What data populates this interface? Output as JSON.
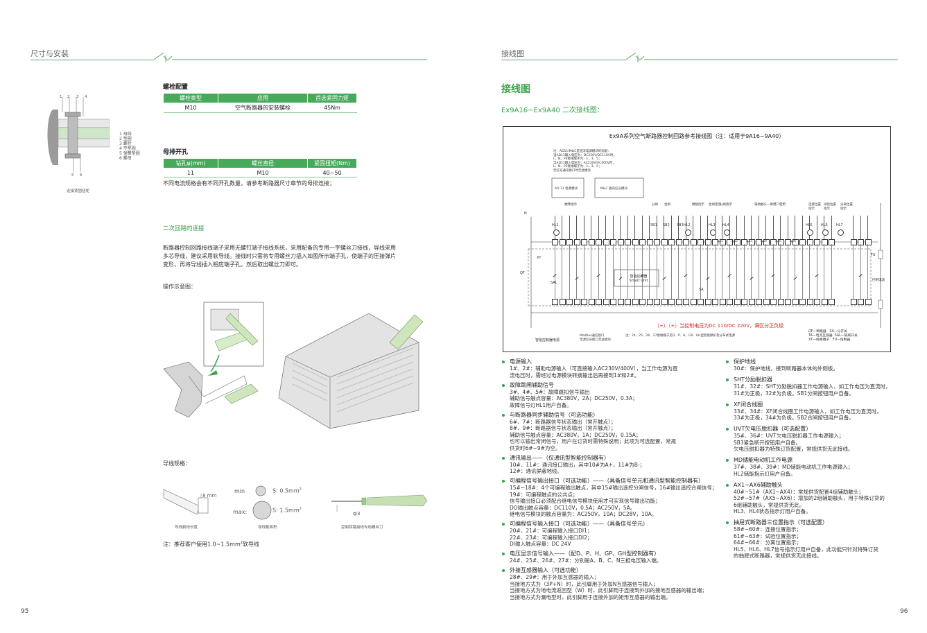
{
  "left": {
    "header": "尺寸与安装",
    "page_number": "95",
    "bolt": {
      "title": "螺栓配置",
      "headers": [
        "螺栓类型",
        "应用",
        "首选紧固力矩"
      ],
      "row": [
        "M10",
        "空气断路器的安装螺栓",
        "45Nm"
      ]
    },
    "figure_numbers": [
      "1",
      "2",
      "3",
      "4"
    ],
    "bottom_numbers": [
      "5",
      "6"
    ],
    "parts_legend": [
      "1 母线",
      "2 垫圈",
      "3 螺栓",
      "4 平垫圈",
      "5 弹簧垫圈",
      "6 螺母"
    ],
    "figure_caption": "连接紧固扭矩",
    "busbar": {
      "title": "母排开孔",
      "headers": [
        "钻孔φ(mm)",
        "螺丝直径",
        "紧固扭矩(Nm)"
      ],
      "row": [
        "11",
        "M10",
        "40~50"
      ]
    },
    "busbar_note": "不同电流规格会有不同开孔数量，请参考断路器尺寸章节的母排连接；",
    "secondary": {
      "title": "二次回路的连接",
      "paragraph": [
        "断路器控制回路接线端子采用无螺钉端子接线系统，采用配备的专用一字螺丝刀接线，导线采用",
        "多芯导线，建议采用软导线。接线时只需将专用螺丝刀插入如图所示端子孔，使端子的压接弹片",
        "变形，再将导线插入相应端子孔，然后取出螺丝刀即可。"
      ],
      "demo_label": "操作示意图："
    },
    "wire": {
      "title": "导线规格：",
      "length_label": "8 mm",
      "min_label": "min",
      "max_label": "max:",
      "min_area": "S: 0.5mm",
      "max_area": "S: 1.5mm",
      "sup": "2",
      "cap_strip": "导线剥线长度",
      "cap_area": "导线截面积",
      "cap_tool": "控制回路接线专用螺丝刀",
      "tool_size": "ф3",
      "note": "注：推荐客户使用1.0~1.5mm",
      "note_sup": "2",
      "note_tail": "软导线"
    }
  },
  "right": {
    "header": "接线图",
    "page_number": "96",
    "title": "接线图",
    "subtitle": "Ex9A16~Ex9A40 二次接线图：",
    "diagram": {
      "title": "Ex9A系列空气断路器控制回路参考接线图（注：适用于9A16~9A40）",
      "red_note": "（+）（+）当控制电压为DC 110/DC 220V，满区分正负极",
      "smart_unit": [
        "智能控制器",
        "Smart Unit"
      ],
      "module1": "AD 11 电源模块",
      "module2": "M&C 通讯信号模块",
      "left_caption": "智能控制器电源",
      "modbus": [
        "Modbus通信接口",
        "无源信号接口无此模块"
      ],
      "bottom_note": "注：24、25、26、27接线端子见D、P、H、GP、GH型智能保护及分布式电源",
      "legend": [
        "QF—断路器",
        "SA—分开关",
        "TA—电流互感器",
        "SAL—隔离开关",
        "XT—线路端子",
        "FU—熔断器"
      ],
      "top_labels": [
        "故障指示",
        "分闸",
        "合闸",
        "储能指示",
        "合闸指示",
        "分闸指示",
        "辅助触头—供用户使用",
        "连接位置指示",
        "试验位置指示",
        "分离位置指示"
      ],
      "lamps": [
        "HL1",
        "HL2",
        "HL3",
        "HL4",
        "HL5",
        "HL6",
        "HL7"
      ],
      "switches": [
        "SB1",
        "SB2",
        "SB3"
      ],
      "aux": [
        "AX1",
        "AX2",
        "AX3",
        "AX4",
        "AX5",
        "AX6"
      ],
      "labels": {
        "n": "N",
        "qf": "QF",
        "xt": "XT",
        "sal": "SAL",
        "fu": "FU",
        "ctrl": "控制电源",
        "sa": "SA"
      },
      "notes_block": [
        "注：AD11/M&C是直流电源模块的标配：",
        "当AD11输入电压为：DC220V/DC110V时，",
        "L、N、PE接线端子为：1、3、5；",
        "当AD11输入电压为：AC230V/AC400V时，",
        "L、N、PE接线端子为：1、3、5；",
        "无信号通讯接口时无此模块"
      ]
    },
    "bullets_left": [
      {
        "title": "电源输入",
        "lines": [
          "1#、2#：辅助电源输入（可直接输入AC230V/400V），当工作电源为直",
          "流电压时，需经过电源模块转换输出后再接到1#和2#。"
        ]
      },
      {
        "title": "故障跳闸辅助信号",
        "lines": [
          "3#、4#、5#：故障跳扣信号输出",
          "辅助信号触点容量：AC380V，2A；DC250V，0.3A；",
          "故障信号灯HL1用户自备。"
        ]
      },
      {
        "title": "与断路器同步辅助信号（可选功能）",
        "lines": [
          "6#、7#：断路器信号状态输出（常开触点）；",
          "8#、9#：断路器信号状态输出（常开触点）；",
          "辅助信号触点容量：AC380V，1A；DC250V，0.15A；",
          "也可以输出常闭信号，用户在订货时需特殊说明；此项为可选配置，常规",
          "供货时6#~9#为空。"
        ]
      },
      {
        "title": "通讯输出——（仅通讯型智能控制器有）",
        "lines": [
          "10#、11#：通讯接口输出，其中10#为A+，11#为B-；",
          "12#：通讯屏蔽地线。"
        ]
      },
      {
        "title": "可编程信号输出接口（可选功能）——（具备信号单元和通讯型智能控制器有）",
        "lines": [
          "15#~18#：4个可编程输出触点，其中15#输出遥控分闸信号，16#输出遥控合闸信号；",
          "19#：可编程触点的公共点；",
          "信号输出接口必须配合继电信号模块使用才可实现信号输出功能；",
          "DO输出触点容量：DC110V，0.5A；AC250V，5A。",
          "继电信号模块的触点容量为：AC250V，10A；DC28V，10A。"
        ]
      },
      {
        "title": "可编程信号输入接口（可选功能）——（具备信号单元）",
        "lines": [
          "20#、21#：可编程输入接口DI1；",
          "22#、23#：可编程输入接口DI2；",
          "DI输入触点容量：DC 24V"
        ]
      },
      {
        "title": "电压显示信号输入——（配D、P、H、GP、GH型控制器有）",
        "lines": [
          "24#、25#、26#、27#：分别是A、B、C、N三相电压输入端。"
        ]
      },
      {
        "title": "外接互感器输入（可选功能）",
        "lines": [
          "28#、29#：用于外加互感器的输入；",
          "当接地方式为（3P+N）时，此引脚用于外加N互感器信号输入；",
          "当接地方式为地电流返回型（W）时，此引脚用于连接到外加的接地互感器的输出端；",
          "当接地方式为漏电型时，此引脚用于连接外加的矩形互感器的输出端。"
        ]
      }
    ],
    "bullets_right": [
      {
        "title": "保护地线",
        "lines": [
          "30#：保护地线，接到断路器本体的外侧板。"
        ]
      },
      {
        "title": "SHT分励脱扣器",
        "lines": [
          "31#、32#：SHT分励脱扣器工作电源输入，如工作电压为直流时，",
          "31#为正极，32#为负极。SB1分闸按钮用户自备。"
        ]
      },
      {
        "title": "XF闭合线圈",
        "lines": [
          "33#、34#：XF闭合线圈工作电源输入，如工作电压为直流时，",
          "33#为正极，34#为负极。SB2合闸按钮用户自备。"
        ]
      },
      {
        "title": "UVT欠电压脱扣器（可选配置）",
        "lines": [
          "35#、36#：UVT欠电压脱扣器工作电源输入；",
          "SB3紧急断开按钮用户自备。",
          "欠电压脱扣器为特殊订货配置，常规供货无此接线。"
        ]
      },
      {
        "title": "MD储能电动机工作电源",
        "lines": [
          "37#、38#、39#：MD储能电动机工作电源输入；",
          "HL2储能指示灯用户自备。"
        ]
      },
      {
        "title": "AX1~AX6辅助触头",
        "lines": [
          "40#~51#（AX1~AX4）：常规供货配置4组辅助触头；",
          "52#~57#（AX5~AX6）：增加的2组辅助触头，用于特殊订货的",
          "6组辅助触头，常规供货无此。",
          "HL3、HL4状态指示灯用户自备。"
        ]
      },
      {
        "title": "抽屉式断路器三位置指示（可选配置）",
        "lines": [
          "58#~60#：连接位置指示；",
          "61#~63#：试验位置指示；",
          "64#~66#：分离位置指示；",
          "HL5、HL6、HL7信号指示灯用户自备，此功能只针对特殊订货",
          "的抽屉式断路器，常规供货无此接线。"
        ]
      }
    ]
  }
}
